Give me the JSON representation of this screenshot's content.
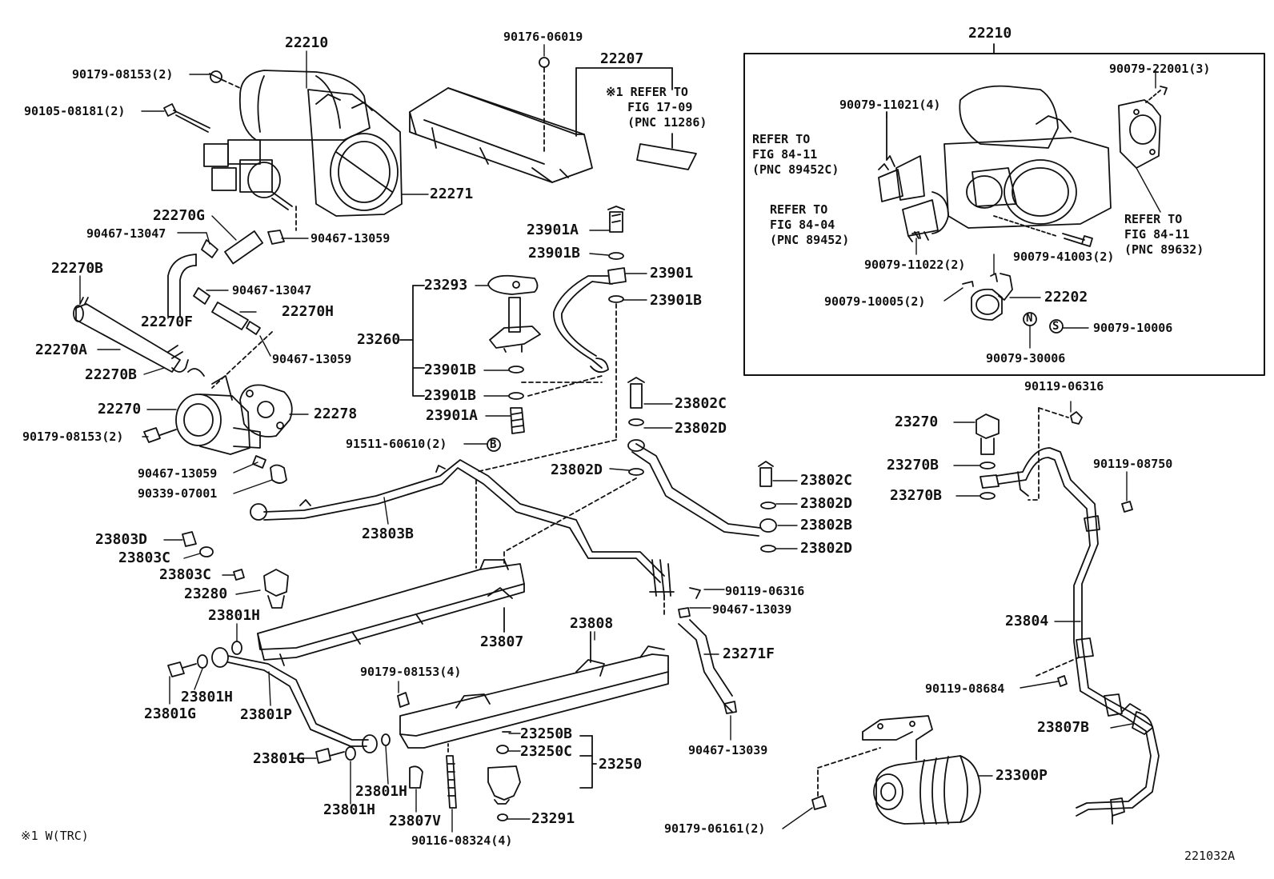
{
  "diagram_id": "221032A",
  "footnote": "※1  W(TRC)",
  "inset_title": "22210",
  "inset_notes": {
    "refer_84_11_c": "REFER TO\nFIG 84-11\n(PNC 89452C)",
    "refer_84_04": "REFER TO\nFIG 84-04\n(PNC 89452)",
    "refer_84_11_632": "REFER TO\nFIG 84-11\n(PNC 89632)",
    "refer_17_09": "※1 REFER TO\n   FIG 17-09\n   (PNC 11286)"
  },
  "labels": {
    "p22210_main": "22210",
    "p22207": "22207",
    "p90176_06019": "90176-06019",
    "p90179_08153_2_top": "90179-08153(2)",
    "p90105_08181_2": "90105-08181(2)",
    "p22271": "22271",
    "p22270g": "22270G",
    "p90467_13047_a": "90467-13047",
    "p90467_13059_a": "90467-13059",
    "p22270b_top": "22270B",
    "p90467_13047_b": "90467-13047",
    "p22270h": "22270H",
    "p22270f": "22270F",
    "p22270a": "22270A",
    "p90467_13059_b": "90467-13059",
    "p22270b_mid": "22270B",
    "p22270": "22270",
    "p22278": "22278",
    "p90179_08153_2_mid": "90179-08153(2)",
    "p90467_13059_c": "90467-13059",
    "p90339_07001": "90339-07001",
    "p23901a_top": "23901A",
    "p23901b_top": "23901B",
    "p23901": "23901",
    "p23901b_r": "23901B",
    "p23293": "23293",
    "p23260": "23260",
    "p23901b_l1": "23901B",
    "p23901b_l2": "23901B",
    "p23901a_bot": "23901A",
    "p91511_60610_2": "91511-60610(2)",
    "p23802c_a": "23802C",
    "p23802d_a": "23802D",
    "p23802d_b": "23802D",
    "p23802c_b": "23802C",
    "p23802d_c": "23802D",
    "p23802b": "23802B",
    "p23802d_d": "23802D",
    "p23803b": "23803B",
    "p23803d": "23803D",
    "p23803c_a": "23803C",
    "p23803c_b": "23803C",
    "p23280": "23280",
    "p23801h_a": "23801H",
    "p23807": "23807",
    "p23808": "23808",
    "p90119_06316_mid": "90119-06316",
    "p90467_13039_a": "90467-13039",
    "p23271f": "23271F",
    "p90467_13039_b": "90467-13039",
    "p23801h_b": "23801H",
    "p23801g_a": "23801G",
    "p23801p": "23801P",
    "p90179_08153_4": "90179-08153(4)",
    "p23250b": "23250B",
    "p23250c": "23250C",
    "p23250": "23250",
    "p23801g_b": "23801G",
    "p23801h_c": "23801H",
    "p23801h_d": "23801H",
    "p23807v": "23807V",
    "p23291": "23291",
    "p90116_08324_4": "90116-08324(4)",
    "p90119_06316_r": "90119-06316",
    "p23270": "23270",
    "p23270b_a": "23270B",
    "p90119_08750": "90119-08750",
    "p23270b_b": "23270B",
    "p23804": "23804",
    "p90119_08684": "90119-08684",
    "p23807b": "23807B",
    "p23300p": "23300P",
    "p90179_06161_2": "90179-06161(2)",
    "i90079_22001_3": "90079-22001(3)",
    "i90079_11021_4": "90079-11021(4)",
    "i90079_11022_2": "90079-11022(2)",
    "i90079_41003_2": "90079-41003(2)",
    "i90079_10005_2": "90079-10005(2)",
    "i22202": "22202",
    "i90079_10006": "90079-10006",
    "i90079_30006": "90079-30006"
  },
  "symbols": {
    "b_mark": "B",
    "n_mark": "N",
    "s_mark": "S"
  },
  "colors": {
    "ink": "#111111",
    "paper": "#ffffff"
  }
}
